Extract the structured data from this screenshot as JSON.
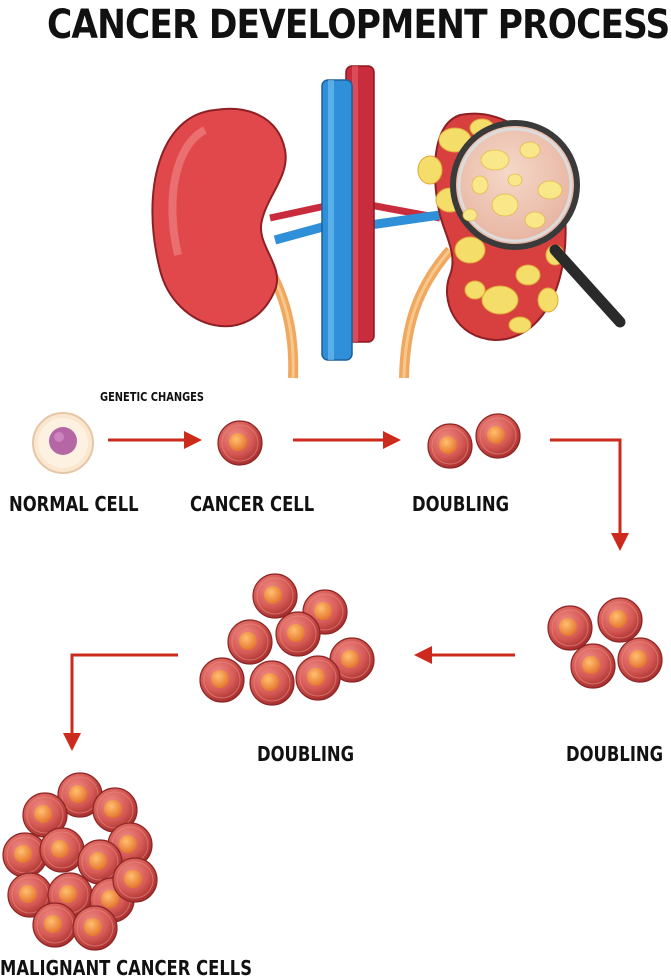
{
  "title": "CANCER DEVELOPMENT PROCESS",
  "labels": {
    "genetic_changes": "GENETIC CHANGES",
    "normal_cell": "NORMAL CELL",
    "cancer_cell": "CANCER CELL",
    "doubling_1": "DOUBLING",
    "doubling_2": "DOUBLING",
    "doubling_3": "DOUBLING",
    "malignant": "MALIGNANT CANCER CELLS"
  },
  "colors": {
    "kidney": "#e0484b",
    "vein": "#2f8fd8",
    "artery": "#c92d3d",
    "ureter": "#f0a860",
    "tumor": "#f5dd6a",
    "cell": "#cf4d4a",
    "nucleus": "#f08a36",
    "arrow": "#cc2a1c"
  },
  "icons": [
    "kidney-healthy",
    "kidney-tumor",
    "magnifying-glass-icon",
    "arrow-icon"
  ]
}
